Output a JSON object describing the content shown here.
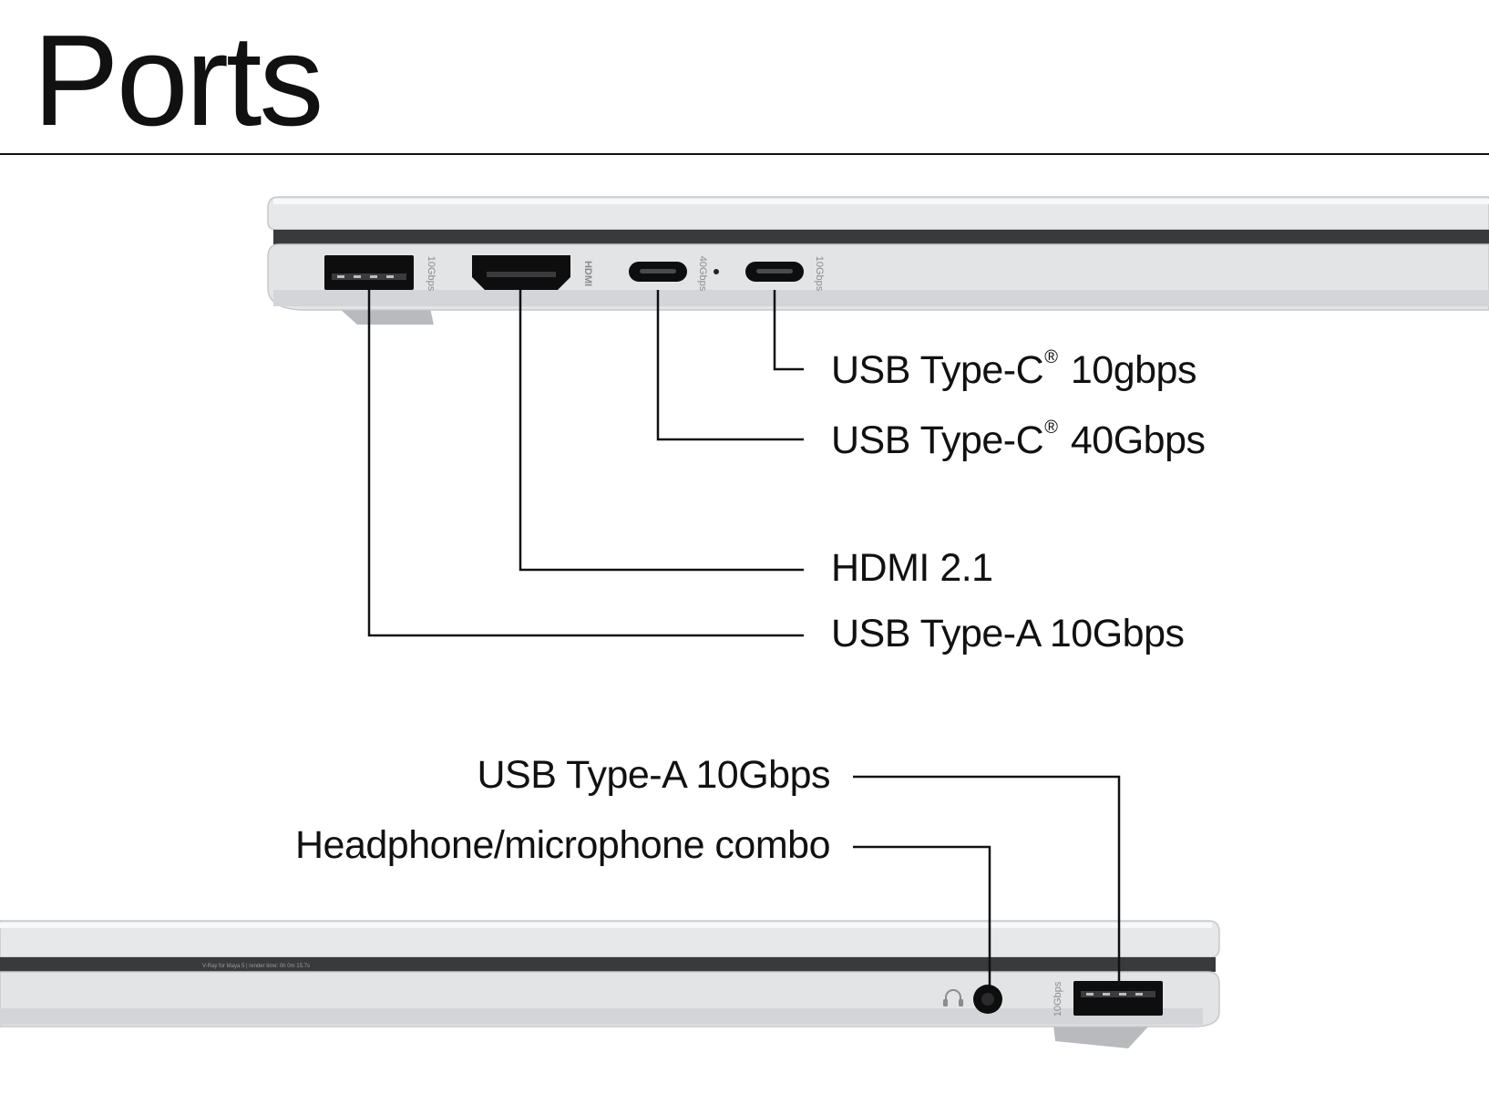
{
  "title": "Ports",
  "colors": {
    "chassis": "#e4e6e8",
    "chassis_edge": "#c9cbce",
    "seam": "#3a3a3c",
    "port": "#0e0e0f",
    "ink": "#111111"
  },
  "left_side": {
    "port_icons": {
      "usb_a": "10Gbps",
      "hdmi": "HDMI",
      "usb_c_40": "40Gbps",
      "usb_c_10": "10Gbps"
    },
    "labels": [
      {
        "id": "usb-c-10",
        "text": "USB Type-C",
        "mark": "®",
        "suffix": " 10gbps"
      },
      {
        "id": "usb-c-40",
        "text": "USB Type-C",
        "mark": "®",
        "suffix": " 40Gbps"
      },
      {
        "id": "hdmi",
        "text": "HDMI 2.1"
      },
      {
        "id": "usb-a-left",
        "text": "USB Type-A 10Gbps"
      }
    ]
  },
  "right_side": {
    "port_icons": {
      "usb_a": "10Gbps",
      "audio": "headphone-icon"
    },
    "fine_print": "V-Ray for Maya 5 | render time: 0h 0m 15.7s",
    "labels": [
      {
        "id": "usb-a-right",
        "text": "USB Type-A 10Gbps"
      },
      {
        "id": "audio-combo",
        "text": "Headphone/microphone combo"
      }
    ]
  }
}
